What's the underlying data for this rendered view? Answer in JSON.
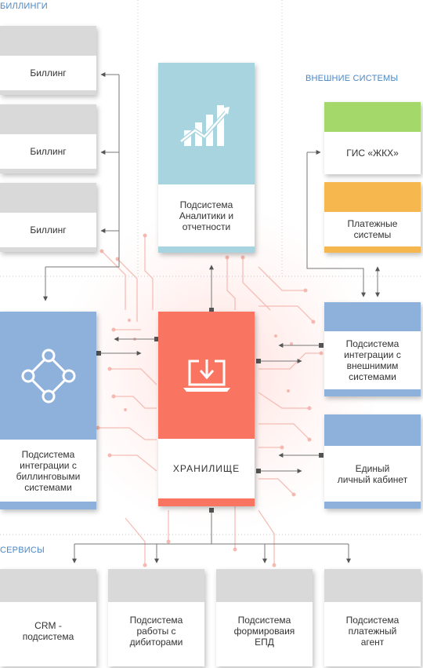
{
  "sections": {
    "billing": "БИЛЛИНГИ",
    "external": "ВНЕШНИЕ СИСТЕМЫ",
    "services": "СЕРВИСЫ"
  },
  "billing_boxes": [
    "Биллинг",
    "Биллинг",
    "Биллинг"
  ],
  "analytics": {
    "label": "Подсистема\nАналитики и\nотчетности"
  },
  "storage": {
    "label": "ХРАНИЛИЩЕ"
  },
  "billing_integration": {
    "label": "Подсистема\nинтеграции с\nбиллинговыми\nсистемами"
  },
  "external_systems": {
    "gis": "ГИС «ЖКХ»",
    "payments": "Платежные\nсистемы",
    "integration": "Подсистема\nинтеграции с\nвнешнимим\nсистемами",
    "cabinet": "Единый\nличный кабинет"
  },
  "services": [
    "CRM -\nподсистема",
    "Подсистема\nработы с\nдибиторами",
    "Подсистема\nформироваия\nЕПД",
    "Подсистема\nплатежный\nагент"
  ],
  "colors": {
    "section_text": "#4a86c5",
    "gray_header": "#d9d9d9",
    "blue": "#8eb1dc",
    "green": "#a5d86a",
    "orange": "#f5b74e",
    "teal": "#a8d4df",
    "coral": "#fa7561",
    "circuit": "#f4b3aa"
  },
  "icons": {
    "analytics": "bar-chart-growth-icon",
    "storage": "laptop-download-icon",
    "integration": "network-nodes-icon"
  }
}
